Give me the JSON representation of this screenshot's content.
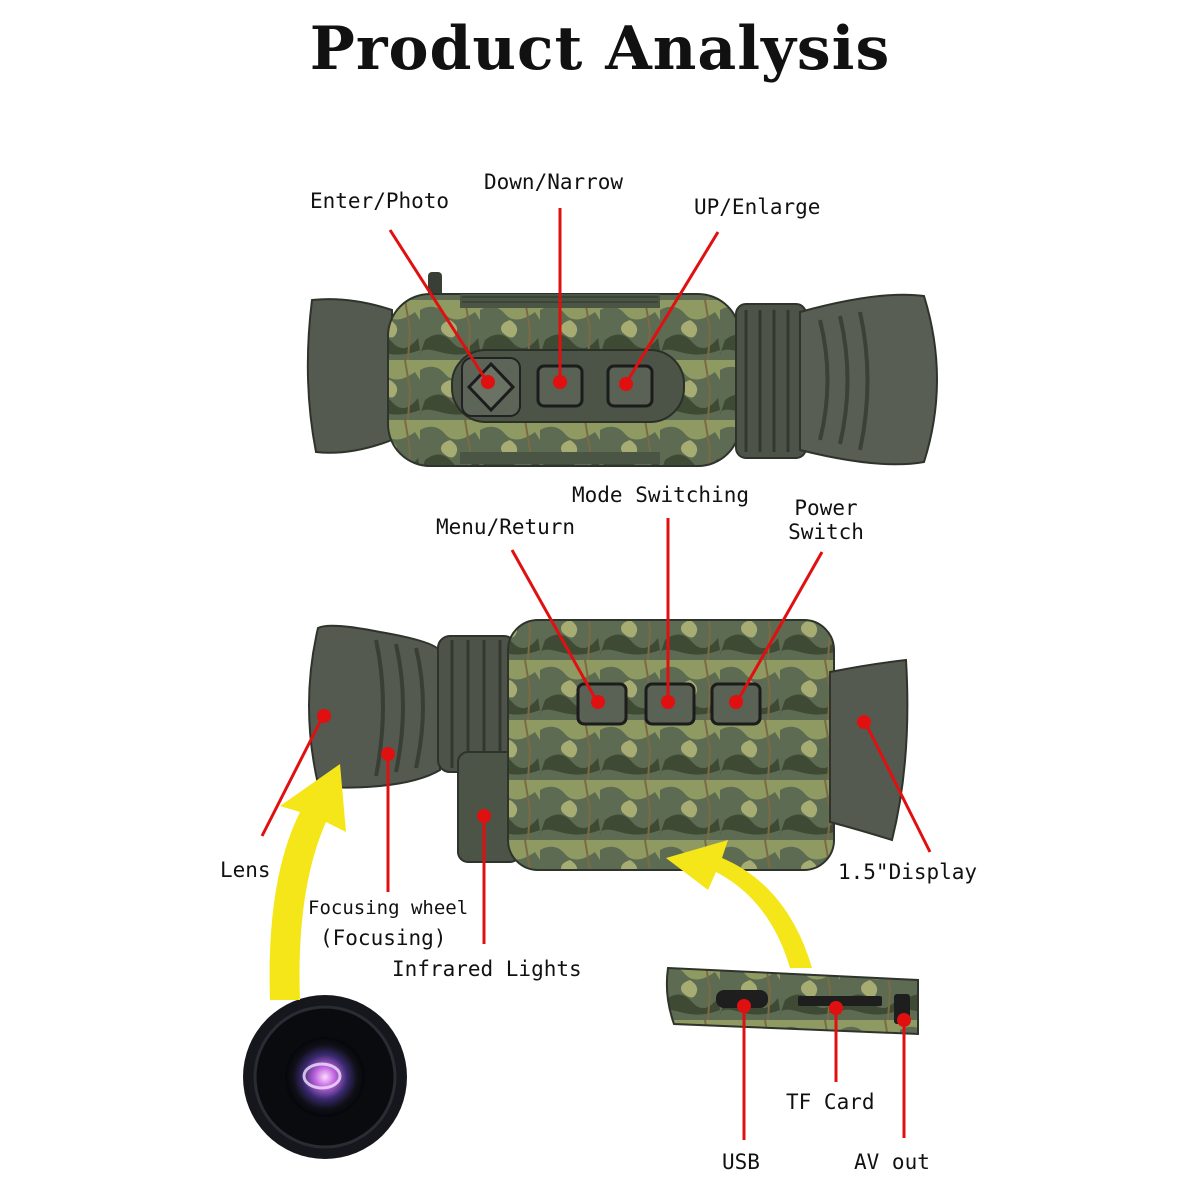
{
  "title": "Product Analysis",
  "colors": {
    "leader": "#e01010",
    "arrow": "#f5e61a",
    "body": "#5c6b52",
    "rubber": "#545a50",
    "camo_light": "#a7ad72",
    "camo_dark": "#3e4a34"
  },
  "top_view": {
    "enter_photo": "Enter/Photo",
    "down_narrow": "Down/Narrow",
    "up_enlarge": "UP/Enlarge"
  },
  "side_view": {
    "mode_switching": "Mode Switching",
    "menu_return": "Menu/Return",
    "power_switch_line1": "Power",
    "power_switch_line2": "Switch",
    "lens": "Lens",
    "focusing_wheel": "Focusing wheel",
    "focusing": "(Focusing)",
    "infrared_lights": "Infrared Lights",
    "display": "1.5\"Display"
  },
  "ports": {
    "usb": "USB",
    "tf_card": "TF Card",
    "av_out": "AV out"
  }
}
